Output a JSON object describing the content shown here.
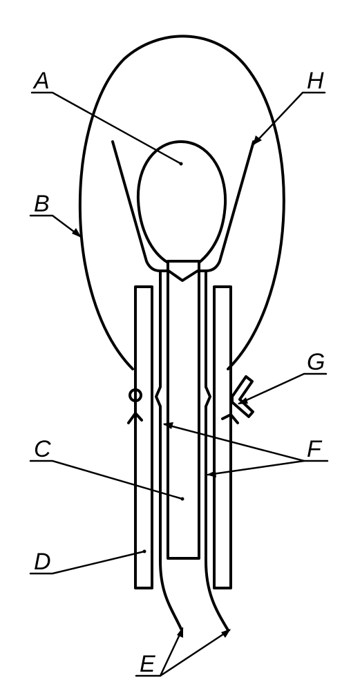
{
  "diagram": {
    "labels": {
      "A": "A",
      "B": "B",
      "C": "C",
      "D": "D",
      "E": "E",
      "F": "F",
      "G": "G",
      "H": "H"
    },
    "colors": {
      "stroke": "#000000",
      "background": "#ffffff"
    }
  }
}
